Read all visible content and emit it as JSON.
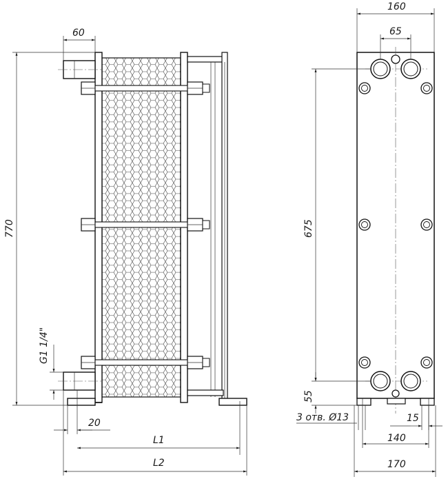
{
  "labels": {
    "side_width": "60",
    "height_total": "770",
    "thread": "G1 1/4\"",
    "offset_small": "20",
    "length_l1": "L1",
    "length_l2": "L2",
    "front_width": "160",
    "port_spacing": "65",
    "port_vertical": "675",
    "port_bottom": "55",
    "holes": "3 отв. Ø13",
    "edge_15": "15",
    "base_140": "140",
    "base_170": "170"
  }
}
